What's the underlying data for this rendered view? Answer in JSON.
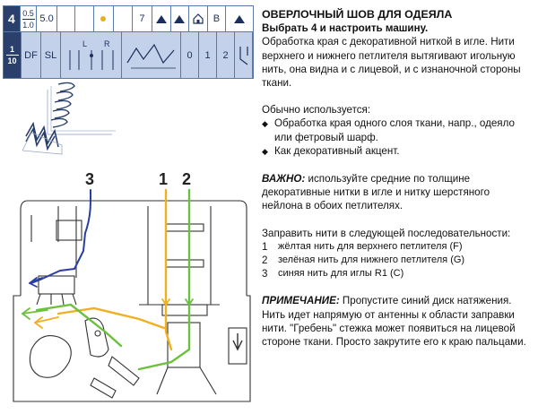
{
  "settings": {
    "top_row": {
      "stitch_number": "4",
      "length_top": "0.5",
      "length_bottom": "1.0",
      "width": "5.0",
      "tension_needle": "7",
      "label_b": "B"
    },
    "bottom_row": {
      "ratio_top": "1",
      "ratio_bottom": "10",
      "df": "DF",
      "sl": "SL",
      "needle_l": "L",
      "needle_r": "R",
      "tension_l": "0",
      "tension_r": "1",
      "tension_2": "2"
    }
  },
  "diagram": {
    "label_3": "3",
    "label_1": "1",
    "label_2": "2"
  },
  "text": {
    "title": "ОВЕРЛОЧНЫЙ ШОВ ДЛЯ ОДЕЯЛА",
    "subtitle": "Выбрать 4 и настроить машину.",
    "intro": "Обработка края с декоративной ниткой в игле. Нити верхнего и нижнего петлителя вытягивают игольную нить, она видна и с лицевой, и с изнаночной стороны ткани.",
    "usage_heading": "Обычно используется:",
    "usage_items": [
      "Обработка края одного слоя ткани, напр., одеяло или фетровый шарф.",
      "Как декоративный акцент."
    ],
    "important_label": "ВАЖНО:",
    "important_text": " используйте средние по толщине декоративные нитки в игле и нитку шерстяного нейлона в обоих петлителях.",
    "threading_heading": "Заправить нити в следующей последовательности:",
    "threading_items": [
      {
        "n": "1",
        "t": "жёлтая нить для верхнего петлителя (F)"
      },
      {
        "n": "2",
        "t": "зелёная нить для нижнего петлителя (G)"
      },
      {
        "n": "3",
        "t": "синяя нить для иглы R1 (C)"
      }
    ],
    "note_label": "ПРИМЕЧАНИЕ:",
    "note_text": " Пропустите синий диск натяжения. Нить идет напрямую от антенны к области заправки нити. \"Гребень\" стежка может появиться на лицевой стороне ткани. Просто закрутите его к краю пальцами."
  },
  "colors": {
    "blue_thread": "#2a3fa0",
    "yellow_thread": "#f0b020",
    "green_thread": "#6cc040",
    "table_border": "#5a7aa8",
    "table_fill": "#c3d2ea"
  }
}
